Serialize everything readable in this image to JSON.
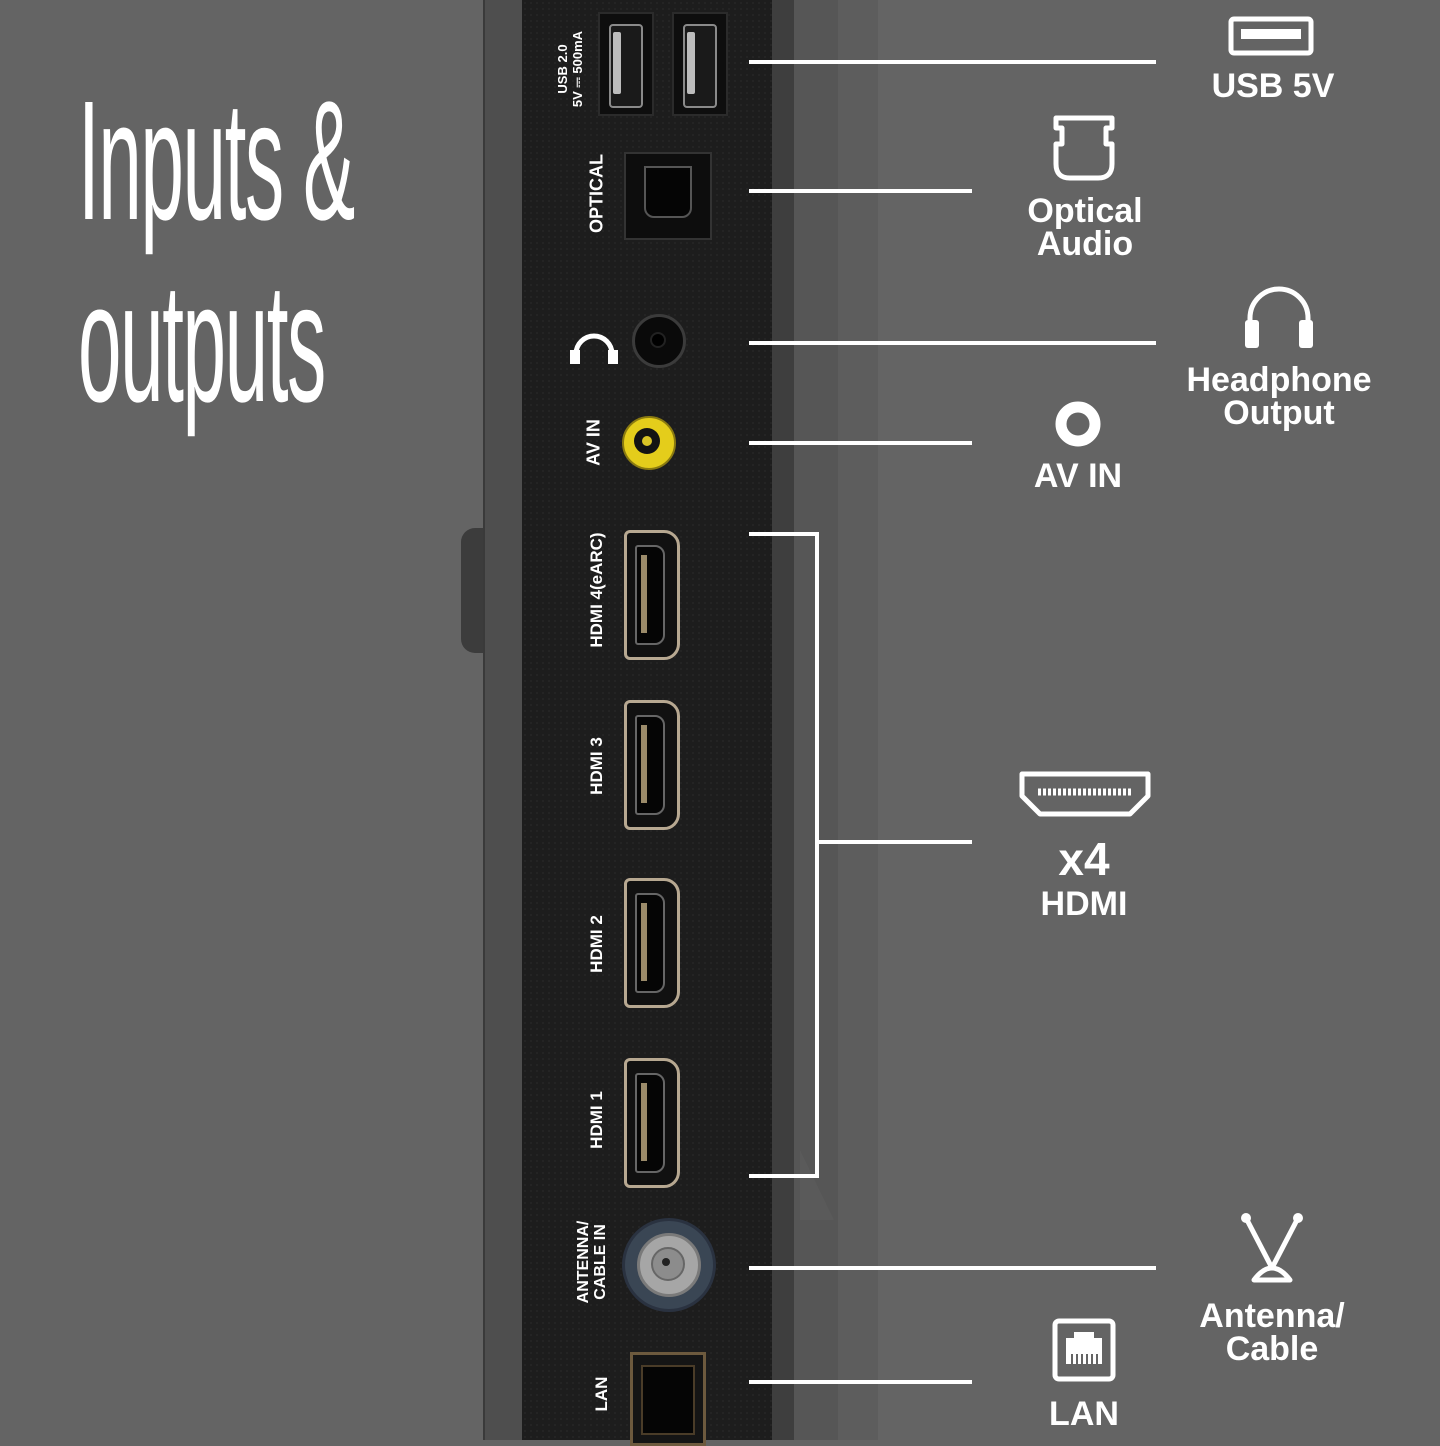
{
  "headline": {
    "line1": "Inputs &",
    "line2": "outputs"
  },
  "port_labels": {
    "usb_line1": "USB 2.0",
    "usb_line2": "5V ⎓ 500mA",
    "optical": "OPTICAL",
    "av_in": "AV IN",
    "hdmi4": "HDMI 4(eARC)",
    "hdmi3": "HDMI 3",
    "hdmi2": "HDMI 2",
    "hdmi1": "HDMI 1",
    "antenna_line1": "ANTENNA/",
    "antenna_line2": "CABLE IN",
    "lan": "LAN"
  },
  "callouts": {
    "usb": "USB 5V",
    "optical_line1": "Optical",
    "optical_line2": "Audio",
    "headphone_line1": "Headphone",
    "headphone_line2": "Output",
    "av_in": "AV IN",
    "hdmi_count": "x4",
    "hdmi": "HDMI",
    "antenna_line1": "Antenna/",
    "antenna_line2": "Cable",
    "lan": "LAN"
  },
  "icons": [
    "usb-icon",
    "optical-audio-icon",
    "headphone-icon",
    "av-in-icon",
    "hdmi-icon",
    "antenna-icon",
    "lan-icon"
  ],
  "colors": {
    "background": "#646464",
    "panel": "#1d1d1d",
    "av_in_port": "#e4cd1b",
    "text": "#ffffff"
  }
}
